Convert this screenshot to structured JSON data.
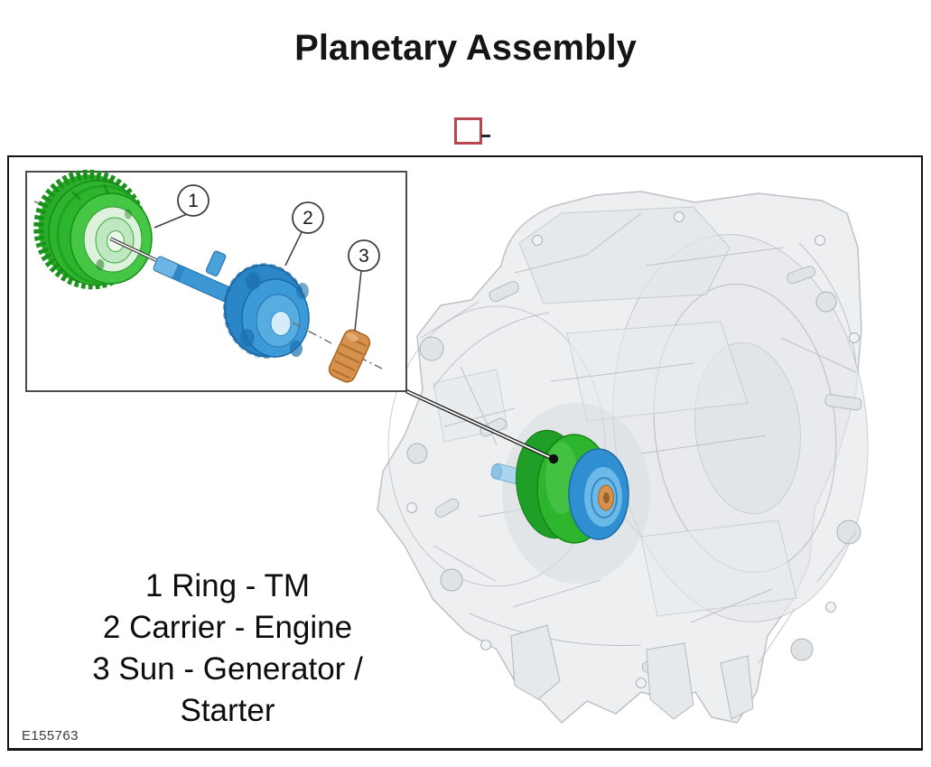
{
  "header": {
    "title": "Planetary Assembly"
  },
  "figure": {
    "code": "E155763"
  },
  "inset": {
    "callout_numbers": [
      "1",
      "2",
      "3"
    ]
  },
  "legend": {
    "lines": [
      "1 Ring - TM",
      "2 Carrier - Engine",
      "3 Sun - Generator /",
      "Starter"
    ]
  },
  "colors": {
    "ring_green": "#2eb52e",
    "ring_green_light": "#45c645",
    "carrier_blue": "#2f8fd0",
    "carrier_blue_light": "#3d9ad8",
    "sun_orange": "#d6914e",
    "shaft_blue": "#a9d5ef",
    "placeholder_red": "#b9474f",
    "case_gray": "#edeff1"
  }
}
